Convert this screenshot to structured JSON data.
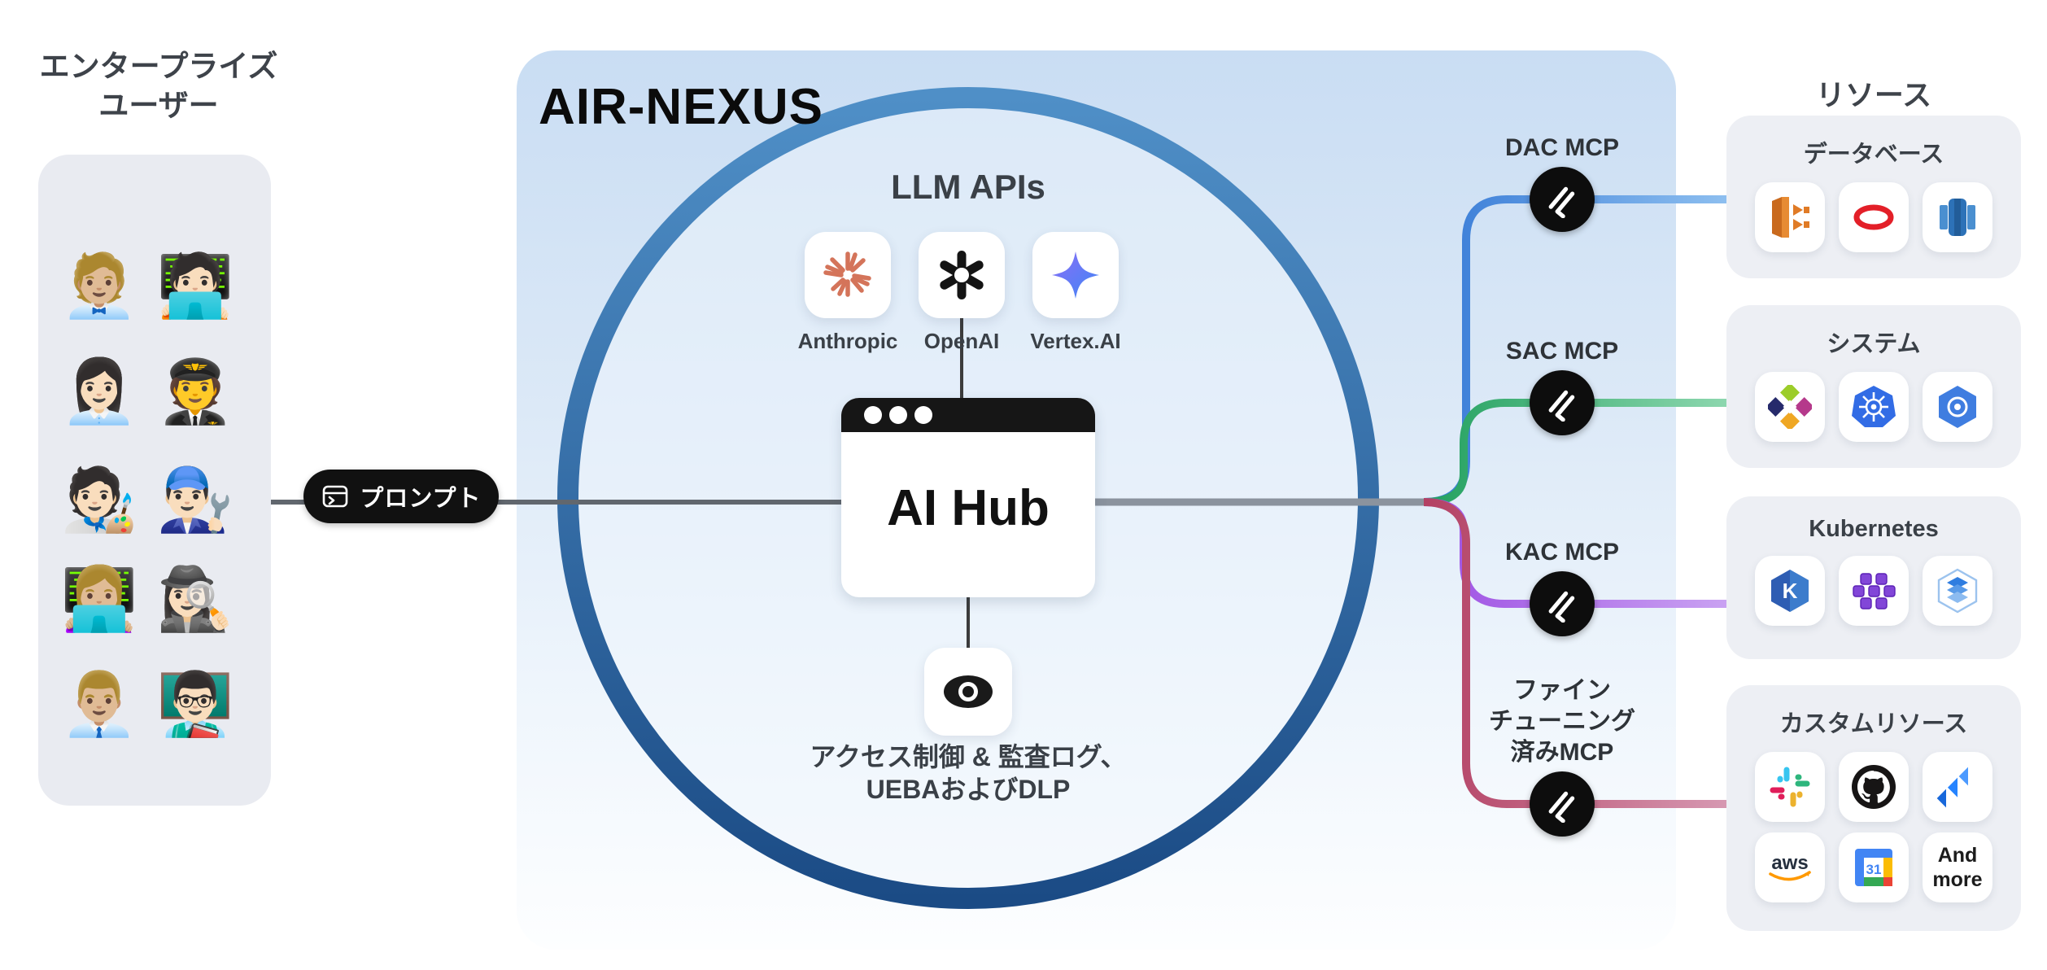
{
  "users": {
    "title_line1": "エンタープライズ",
    "title_line2": "ユーザー",
    "avatars": [
      {
        "name": "office-worker",
        "emoji": "🧑🏼‍💼"
      },
      {
        "name": "technologist",
        "emoji": "🧑🏻‍💻"
      },
      {
        "name": "woman-office-worker",
        "emoji": "👩🏻‍💼"
      },
      {
        "name": "pilot",
        "emoji": "🧑‍✈️"
      },
      {
        "name": "artist",
        "emoji": "🧑🏻‍🎨"
      },
      {
        "name": "mechanic",
        "emoji": "👨🏻‍🔧"
      },
      {
        "name": "woman-technologist",
        "emoji": "👩🏼‍💻"
      },
      {
        "name": "detective",
        "emoji": "🕵🏻‍♀️"
      },
      {
        "name": "man-office-worker",
        "emoji": "👨🏼‍💼"
      },
      {
        "name": "teacher",
        "emoji": "👨🏻‍🏫"
      }
    ]
  },
  "prompt": {
    "label": "プロンプト",
    "icon": "terminal-window-icon"
  },
  "nexus": {
    "title": "AIR-NEXUS",
    "llm_section": {
      "title": "LLM APIs",
      "providers": [
        {
          "label": "Anthropic",
          "icon": "anthropic-starburst-icon",
          "color": "#d4745a"
        },
        {
          "label": "OpenAI",
          "icon": "openai-knot-icon",
          "color": "#111111"
        },
        {
          "label": "Vertex.AI",
          "icon": "vertex-sparkle-icon",
          "color": "#4a8df8"
        }
      ]
    },
    "hub": {
      "title": "AI Hub"
    },
    "governance": {
      "line1": "アクセス制御 & 監査ログ、",
      "line2": "UEBAおよびDLP",
      "icon": "eye-icon"
    }
  },
  "mcp": {
    "nodes": [
      {
        "label": "DAC MCP",
        "line_color": "#3b82d8"
      },
      {
        "label": "SAC MCP",
        "line_color": "#2fa86b"
      },
      {
        "label": "KAC MCP",
        "line_color": "#a55ce6"
      },
      {
        "lines": [
          "ファイン",
          "チューニング",
          "済みMCP"
        ],
        "line_color": "#bf4d72"
      }
    ],
    "badge_icon": "mcp-logo-icon"
  },
  "resources": {
    "title": "リソース",
    "panels": [
      {
        "title": "データベース",
        "icons": [
          "aws-database-icon",
          "oracle-icon",
          "redshift-icon"
        ]
      },
      {
        "title": "システム",
        "icons": [
          "centos-icon",
          "kubernetes-icon",
          "gke-icon"
        ]
      },
      {
        "title": "Kubernetes",
        "icons": [
          "eks-icon",
          "purple-cluster-icon",
          "stacked-layers-icon"
        ]
      },
      {
        "title": "カスタムリソース",
        "icons": [
          "slack-icon",
          "github-icon",
          "jira-icon",
          "aws-icon",
          "google-calendar-icon"
        ],
        "aws_label": "aws",
        "calendar_day": "31",
        "more_label": "And more"
      }
    ]
  },
  "colors": {
    "line_gray": "#6b7178",
    "line_blue": "#3b82d8",
    "line_green": "#2fa86b",
    "line_purple": "#a55ce6",
    "line_crimson": "#bf4d72",
    "ring_top": "#4f8fc7",
    "ring_bottom": "#1b4b85",
    "nexus_bg_top": "#c9ddf3",
    "users_panel_bg": "#e9ebf1",
    "resource_panel_bg": "#edeff4",
    "pill_bg": "#111111"
  }
}
